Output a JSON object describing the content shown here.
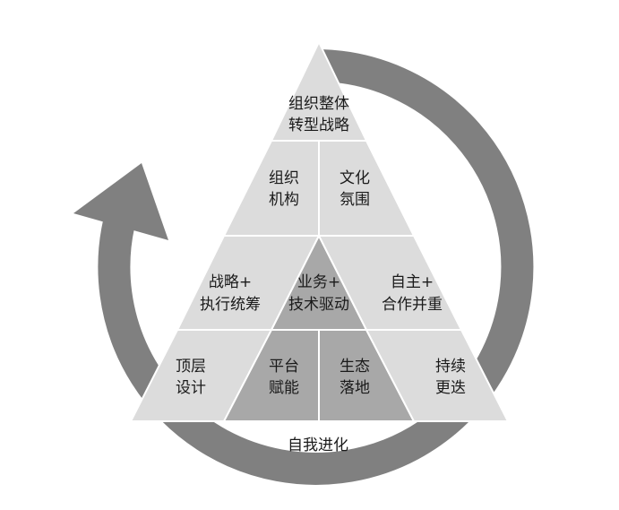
{
  "colors": {
    "arrow": "#808080",
    "light_cell": "#dcdcdc",
    "dark_cell": "#a8a8a8",
    "edge": "#ffffff",
    "background": "#ffffff"
  },
  "pyramid": {
    "apex": {
      "line1": "组织整体",
      "line2": "转型战略"
    },
    "level2": {
      "left": {
        "line1": "组织",
        "line2": "机构"
      },
      "right": {
        "line1": "文化",
        "line2": "氛围"
      }
    },
    "level3": {
      "left": {
        "line1": "战略+",
        "line2": "执行统筹"
      },
      "center": {
        "line1": "业务+",
        "line2": "技术驱动"
      },
      "right": {
        "line1": "自主+",
        "line2": "合作并重"
      }
    },
    "level4": {
      "outer_left": {
        "line1": "顶层",
        "line2": "设计"
      },
      "inner_left": {
        "line1": "平台",
        "line2": "赋能"
      },
      "inner_right": {
        "line1": "生态",
        "line2": "落地"
      },
      "outer_right": {
        "line1": "持续",
        "line2": "更迭"
      }
    }
  },
  "cycle_label": "自我进化"
}
